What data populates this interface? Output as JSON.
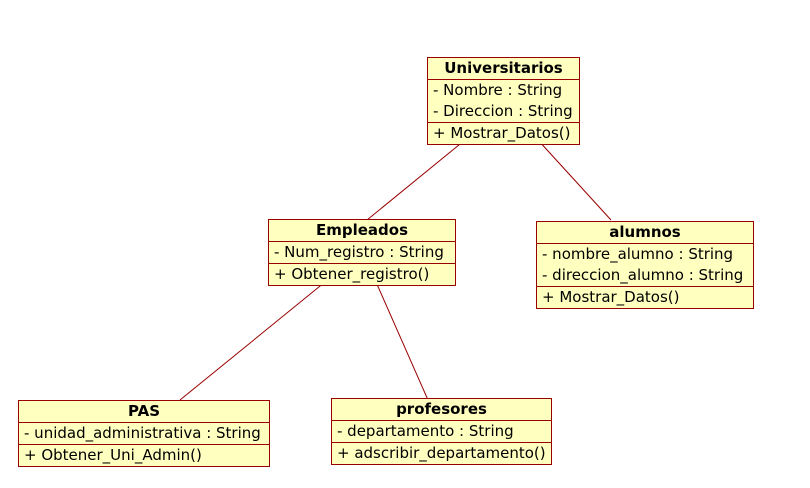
{
  "diagram": {
    "classes": {
      "universitarios": {
        "name": "Universitarios",
        "attributes": [
          "- Nombre : String",
          "- Direccion : String"
        ],
        "operations": [
          "+ Mostrar_Datos()"
        ]
      },
      "empleados": {
        "name": "Empleados",
        "attributes": [
          "- Num_registro : String"
        ],
        "operations": [
          "+ Obtener_registro()"
        ]
      },
      "alumnos": {
        "name": "alumnos",
        "attributes": [
          "- nombre_alumno : String",
          "- direccion_alumno : String"
        ],
        "operations": [
          "+ Mostrar_Datos()"
        ]
      },
      "pas": {
        "name": "PAS",
        "attributes": [
          "- unidad_administrativa : String"
        ],
        "operations": [
          "+ Obtener_Uni_Admin()"
        ]
      },
      "profesores": {
        "name": "profesores",
        "attributes": [
          "- departamento : String"
        ],
        "operations": [
          "+ adscribir_departamento()"
        ]
      }
    },
    "colors": {
      "class_fill": "#ffffc0",
      "class_border": "#990000",
      "line": "#990000"
    }
  }
}
